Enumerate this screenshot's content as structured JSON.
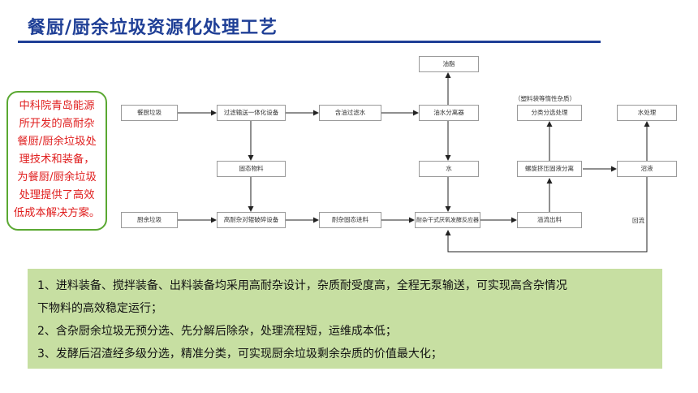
{
  "title": "餐厨/厨余垃圾资源化处理工艺",
  "callout": {
    "lines": [
      "中科院青岛能源",
      "所开发的高耐杂",
      "餐厨/厨余垃圾处",
      "理技术和装备，",
      "为餐厨/厨余垃圾",
      "处理提供了高效",
      "低成本解决方案。"
    ]
  },
  "diagram": {
    "food_waste": "餐厨垃圾",
    "filter_unit": "过滤输送一体化设备",
    "oily_filtrate": "含油过滤水",
    "oil_water_separator": "油水分离器",
    "oil": "油脂",
    "solid_material": "固态物料",
    "water": "水",
    "kitchen_waste": "厨余垃圾",
    "crusher": "高耐杂对辊破碎设备",
    "solid_feed": "耐杂固态进料",
    "digester": "耐杂干式厌氧发酵反应器",
    "overflow_discharge": "溢流出料",
    "screw_press": "螺旋挤压固液分离",
    "sort_note": "（塑料袋等惰性杂质）",
    "sorting": "分类分选处理",
    "digestate": "沼液",
    "water_treatment": "水处理",
    "recirculation": "回流"
  },
  "points": [
    "1、进料装备、搅拌装备、出料装备均采用高耐杂设计，杂质耐受度高，全程无泵输送，可实现高含杂情况",
    "下物料的高效稳定运行；",
    "2、含杂厨余垃圾无预分选、先分解后除杂，处理流程短，运维成本低；",
    "3、发酵后沼渣经多级分选，精准分类，可实现厨余垃圾剩余杂质的价值最大化；"
  ],
  "colors": {
    "title": "#1f3f96",
    "callout_text": "#e02020",
    "callout_border": "#5aa832",
    "info_bg": "#c7dfa2"
  }
}
